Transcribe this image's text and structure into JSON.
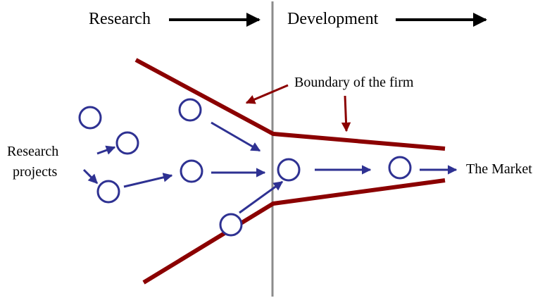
{
  "labels": {
    "research": "Research",
    "development": "Development",
    "research_projects_line1": "Research",
    "research_projects_line2": "projects",
    "boundary": "Boundary of the firm",
    "market": "The Market"
  },
  "colors": {
    "boundary": "#8b0000",
    "project": "#2e3192",
    "divider": "#8c8c8c",
    "text": "#000000",
    "boundary_text": "#8b0000"
  },
  "nodes": [
    {
      "id": "project-1"
    },
    {
      "id": "project-2"
    },
    {
      "id": "project-3"
    },
    {
      "id": "project-4"
    },
    {
      "id": "project-5"
    },
    {
      "id": "project-6"
    },
    {
      "id": "project-7"
    },
    {
      "id": "project-8"
    }
  ]
}
